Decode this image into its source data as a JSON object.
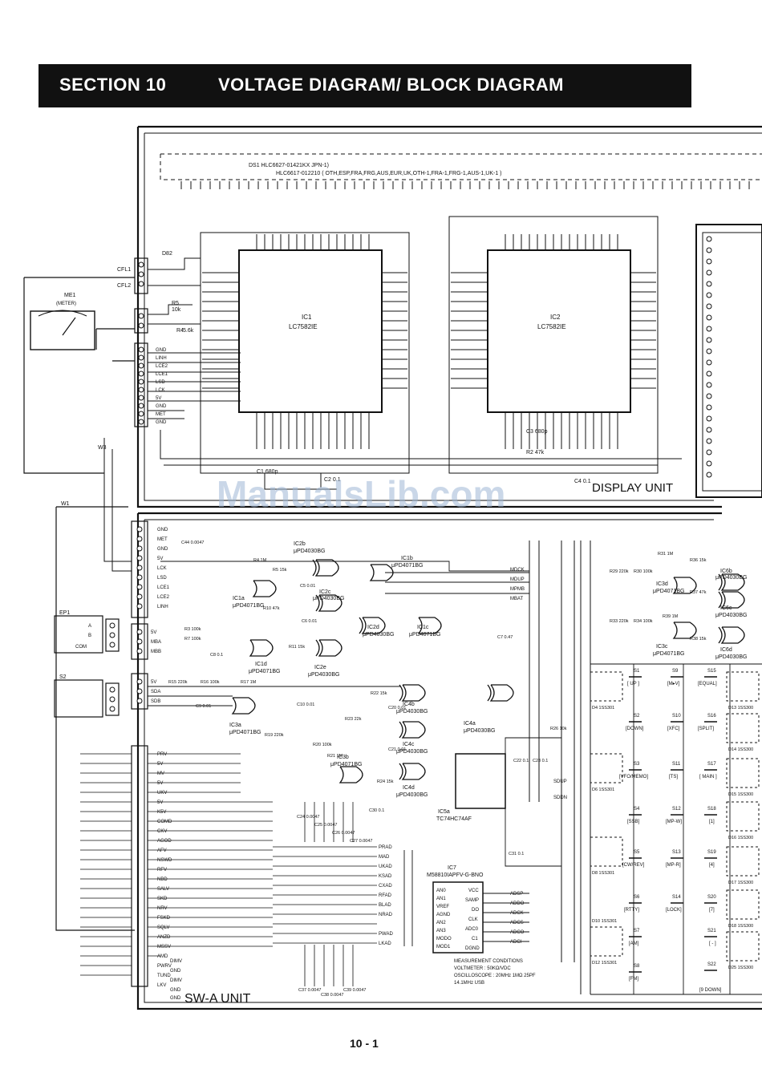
{
  "header": {
    "section": "SECTION  10",
    "title": "VOLTAGE DIAGRAM/ BLOCK DIAGRAM"
  },
  "page_number": "10 - 1",
  "watermark": "ManualsLib.com",
  "display_unit": {
    "label": "DISPLAY UNIT",
    "ds1_note_1": "DS1  HLC6627-01421KX JPN-1)",
    "ds1_note_2": "HLC6617-012210 ( OTH,ESP,FRA,FRG,AUS,EUR,UK,OTH-1,FRA-1,FRG-1,AUS-1,UK-1 )",
    "ic1_name": "IC1",
    "ic1_part": "LC7582IE",
    "ic2_name": "IC2",
    "ic2_part": "LC7582IE",
    "d82": "D82",
    "meter_name": "ME1",
    "meter_label": "(METER)",
    "r5": "R5",
    "r5_val": "10k",
    "r4": "R4",
    "r4_val": "5.6k",
    "c1": "C1  680p",
    "c2": "C2 0.1",
    "c3": "C3 680p",
    "c4": "C4 0.1",
    "r2": "R2 47k",
    "w3": "W3",
    "cfl1": "CFL1",
    "cfl2": "CFL2",
    "j1_pins": [
      "GND",
      "LINH",
      "LCE2",
      "LCE1",
      "LSD",
      "LCK",
      "5V",
      "GND",
      "MET",
      "GND"
    ]
  },
  "swa_unit": {
    "label": "SW-A UNIT",
    "w1": "W1",
    "j5_pins": [
      "GND",
      "MET",
      "GND",
      "5V",
      "LCK",
      "LSD",
      "LCE1",
      "LCE2",
      "LINH"
    ],
    "ep1": "EP1",
    "s2": "S2",
    "p1_pins": [
      "A",
      "B",
      "COM"
    ],
    "j2_pins": [
      "5V",
      "MBA",
      "MBB"
    ],
    "j3_pins": [
      "5V",
      "SDA",
      "SDB"
    ],
    "j6_pins": [
      "PRV",
      "5V",
      "MV",
      "5V",
      "UKV",
      "5V",
      "K5V",
      "COMD",
      "CKV",
      "AGOD",
      "AFV",
      "NSWD",
      "RFV",
      "NBD",
      "SALV",
      "SKD",
      "NRV",
      "FSKD",
      "SQLV",
      "ANZD",
      "MSSV",
      "AMD",
      "PWRV",
      "TUND",
      "LKV",
      "DIMV",
      "GND",
      "DIMV",
      "GND",
      "GND"
    ],
    "ics": [
      {
        "name": "IC2b",
        "part": "μPD4030BG"
      },
      {
        "name": "IC1b",
        "part": "μPD4071BG"
      },
      {
        "name": "IC1a",
        "part": "μPD4071BG"
      },
      {
        "name": "IC2c",
        "part": "μPD4030BG"
      },
      {
        "name": "IC2d",
        "part": "μPD4030BG"
      },
      {
        "name": "IC1c",
        "part": "μPD4071BG"
      },
      {
        "name": "IC1d",
        "part": "μPD4071BG"
      },
      {
        "name": "IC2e",
        "part": "μPD4030BG"
      },
      {
        "name": "IC3a",
        "part": "μPD4071BG"
      },
      {
        "name": "IC4b",
        "part": "μPD4030BG"
      },
      {
        "name": "IC4a",
        "part": "μPD4030BG"
      },
      {
        "name": "IC4c",
        "part": "μPD4030BG"
      },
      {
        "name": "IC3b",
        "part": "μPD4071BG"
      },
      {
        "name": "IC4d",
        "part": "μPD4030BG"
      },
      {
        "name": "IC5a",
        "part": "TC74HC74AF"
      },
      {
        "name": "IC3d",
        "part": "μPD4071BG"
      },
      {
        "name": "IC6b",
        "part": "μPD4030BG"
      },
      {
        "name": "IC6c",
        "part": "μPD4030BG"
      },
      {
        "name": "IC3c",
        "part": "μPD4071BG"
      },
      {
        "name": "IC6d",
        "part": "μPD4030BG"
      }
    ],
    "ic7_name": "IC7",
    "ic7_part": "M58810IAPFV-G-BNO",
    "ic7_left_pins": [
      "AN0",
      "AN1",
      "VREF",
      "AGND",
      "AN2",
      "AN3",
      "MODO",
      "MOD1"
    ],
    "ic7_right_pins": [
      "VCC",
      "SAMP",
      "DO",
      "CLK",
      "ADC0",
      "C1",
      "DGND"
    ],
    "adc_outputs": [
      "ADSP",
      "ADDO",
      "ADCK",
      "ADCS",
      "ADCO",
      "ADCI"
    ],
    "mcu_signals": [
      "MDCK",
      "MDUP",
      "MPMB",
      "MBAT"
    ],
    "right_signals": [
      "SDUP",
      "SDDN"
    ],
    "mux_signals": [
      "PRAD",
      "MAD",
      "UKAD",
      "KSAD",
      "CXAD",
      "RFAD",
      "BLAD",
      "NRAD",
      "PWAD",
      "LKAD"
    ],
    "measurement": {
      "title": "MEASUREMENT CONDITIONS",
      "line1": "VOLTMETER : 50KΩ/VDC",
      "line2": "OSCILLOSCOPE : 20MHz 1MΩ 25PF",
      "line3": "14.1MHz  USB"
    },
    "switches": [
      {
        "name": "S1",
        "label": "[ UP ]"
      },
      {
        "name": "S2",
        "label": "[DOWN]"
      },
      {
        "name": "S3",
        "label": "[VFO/MEMO]"
      },
      {
        "name": "S4",
        "label": "[SSB]"
      },
      {
        "name": "S5",
        "label": "[CW/REV]"
      },
      {
        "name": "S6",
        "label": "[RTTY]"
      },
      {
        "name": "S7",
        "label": "[AM]"
      },
      {
        "name": "S8",
        "label": "[FM]"
      },
      {
        "name": "S9",
        "label": "[M▸V]"
      },
      {
        "name": "S10",
        "label": "[XFC]"
      },
      {
        "name": "S11",
        "label": "[TS]"
      },
      {
        "name": "S12",
        "label": "[MP-W]"
      },
      {
        "name": "S13",
        "label": "[MP-R]"
      },
      {
        "name": "S14",
        "label": "[LOCK]"
      },
      {
        "name": "S15",
        "label": "[EQUAL]"
      },
      {
        "name": "S16",
        "label": "[SPLIT]"
      },
      {
        "name": "S17",
        "label": "[ MAIN ]"
      },
      {
        "name": "S18",
        "label": "[1]"
      },
      {
        "name": "S19",
        "label": "[4]"
      },
      {
        "name": "S20",
        "label": "[7]"
      },
      {
        "name": "S21",
        "label": "[ - ]"
      },
      {
        "name": "S22",
        "label": "[9 DOWN]"
      }
    ],
    "diodes": [
      "D4 1SS301",
      "D6 1SS301",
      "D8 1SS301",
      "D10 1SS301",
      "D12 1SS301",
      "D13 1SS300",
      "D14 1SS300",
      "D15 1SS300",
      "D16 1SS300",
      "D17 1SS300",
      "D18 1SS300",
      "D25 1SS300"
    ],
    "resistors": [
      "R3 100k",
      "R7 100k",
      "R15 220k",
      "R16 100k",
      "R17 1M",
      "R4 1M",
      "R5 15k",
      "R10 47k",
      "R11 15k",
      "R22 15k",
      "R23 22k",
      "R24 15k",
      "R19 220k",
      "R20 100k",
      "R21 1M",
      "R26 10k",
      "R29 220k",
      "R30 100k",
      "R31 1M",
      "R33 220k",
      "R34 100k",
      "R36 15k",
      "R37 47k",
      "R38 15k",
      "R39 1M"
    ],
    "capacitors": [
      "C44 0.0047",
      "C5 0.01",
      "C6 0.01",
      "C8 0.1",
      "C7 0.47",
      "C9 0.01",
      "C10 0.01",
      "C20 0.01",
      "C21 0.01",
      "C22 0.1",
      "C23 0.1",
      "C24 0.0047",
      "C25 0.0047",
      "C26 0.0047",
      "C27 0.0047",
      "C30 0.1",
      "C31 0.1",
      "C37 0.0047",
      "C38 0.0047",
      "C39 0.0047"
    ]
  }
}
